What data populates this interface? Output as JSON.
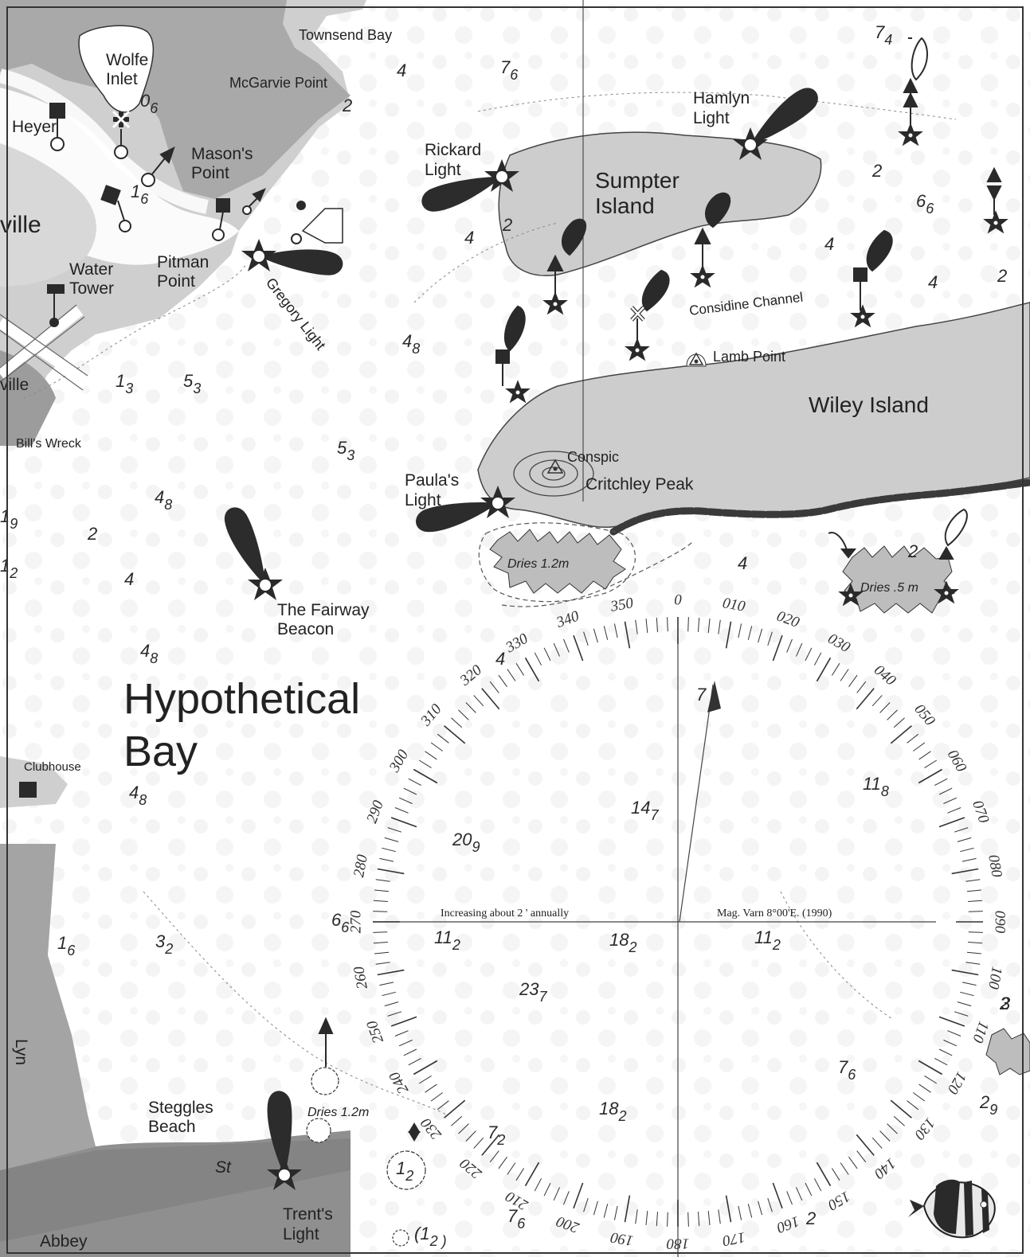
{
  "bay_name": {
    "line1": "Hypothetical",
    "line2": "Bay"
  },
  "place_labels": {
    "townsend_bay": "Townsend Bay",
    "wolfe_inlet_1": "Wolfe",
    "wolfe_inlet_2": "Inlet",
    "mcgarvie_point": "McGarvie Point",
    "heyer": "Heyer",
    "masons_point_1": "Mason's",
    "masons_point_2": "Point",
    "ville": "ville",
    "water_tower_1": "Water",
    "water_tower_2": "Tower",
    "pitman_point_1": "Pitman",
    "pitman_point_2": "Point",
    "gregory_light": "Gregory Light",
    "rickard_light_1": "Rickard",
    "rickard_light_2": "Light",
    "sumpter_island_1": "Sumpter",
    "sumpter_island_2": "Island",
    "hamlyn_light_1": "Hamlyn",
    "hamlyn_light_2": "Light",
    "considine_channel": "Considine Channel",
    "lamb_point": "Lamb Point",
    "wiley_island": "Wiley Island",
    "conspic": "Conspic",
    "critchley_peak": "Critchley Peak",
    "paulas_light_1": "Paula's",
    "paulas_light_2": "Light",
    "dries_12": "Dries 1.2m",
    "dries_05": "Dries .5 m",
    "bills_wreck": "Bill's Wreck",
    "ville2": "ville",
    "fairway_beacon_1": "The Fairway",
    "fairway_beacon_2": "Beacon",
    "clubhouse": "Clubhouse",
    "steggles_beach_1": "Steggles",
    "steggles_beach_2": "Beach",
    "dries_12_b": "Dries 1.2m",
    "st": "St",
    "trents_light_1": "Trent's",
    "trents_light_2": "Light",
    "abbey": "Abbey",
    "lyn": "Lyn"
  },
  "soundings": [
    {
      "id": "s1",
      "main": "4",
      "sub": ""
    },
    {
      "id": "s2",
      "main": "7",
      "sub": "6"
    },
    {
      "id": "s3",
      "main": "2",
      "sub": ""
    },
    {
      "id": "s4",
      "main": "0",
      "sub": "6"
    },
    {
      "id": "s5",
      "main": "1",
      "sub": "6"
    },
    {
      "id": "s6",
      "main": "7",
      "sub": "4"
    },
    {
      "id": "s7",
      "main": "2",
      "sub": ""
    },
    {
      "id": "s8",
      "main": "6",
      "sub": "6"
    },
    {
      "id": "s9",
      "main": "4",
      "sub": ""
    },
    {
      "id": "s10",
      "main": "2",
      "sub": ""
    },
    {
      "id": "s11",
      "main": "4",
      "sub": ""
    },
    {
      "id": "s12",
      "main": "4",
      "sub": ""
    },
    {
      "id": "s13",
      "main": "2",
      "sub": ""
    },
    {
      "id": "s14",
      "main": "4",
      "sub": "8"
    },
    {
      "id": "s15",
      "main": "1",
      "sub": "3"
    },
    {
      "id": "s16",
      "main": "5",
      "sub": "3"
    },
    {
      "id": "s17",
      "main": "5",
      "sub": "3"
    },
    {
      "id": "s18",
      "main": "4",
      "sub": "8"
    },
    {
      "id": "s19",
      "main": "2",
      "sub": ""
    },
    {
      "id": "s20",
      "main": "4",
      "sub": ""
    },
    {
      "id": "s21",
      "main": "4",
      "sub": "8"
    },
    {
      "id": "s22",
      "main": "4",
      "sub": ""
    },
    {
      "id": "s23",
      "main": "2",
      "sub": ""
    },
    {
      "id": "s24",
      "main": "4",
      "sub": ""
    },
    {
      "id": "s25",
      "main": "4",
      "sub": "8"
    },
    {
      "id": "s26",
      "main": "7",
      "sub": ""
    },
    {
      "id": "s27",
      "main": "11",
      "sub": "8"
    },
    {
      "id": "s28",
      "main": "14",
      "sub": "7"
    },
    {
      "id": "s29",
      "main": "20",
      "sub": "9"
    },
    {
      "id": "s30",
      "main": "6",
      "sub": "6"
    },
    {
      "id": "s31",
      "main": "11",
      "sub": "2"
    },
    {
      "id": "s32",
      "main": "18",
      "sub": "2"
    },
    {
      "id": "s33",
      "main": "11",
      "sub": "2"
    },
    {
      "id": "s34",
      "main": "1",
      "sub": "6"
    },
    {
      "id": "s35",
      "main": "3",
      "sub": "2"
    },
    {
      "id": "s36",
      "main": "23",
      "sub": "7"
    },
    {
      "id": "s37",
      "main": "7",
      "sub": "6"
    },
    {
      "id": "s38",
      "main": "18",
      "sub": "2"
    },
    {
      "id": "s39",
      "main": "2",
      "sub": "9"
    },
    {
      "id": "s40",
      "main": "7",
      "sub": "2"
    },
    {
      "id": "s41",
      "main": "1",
      "sub": "2"
    },
    {
      "id": "s42",
      "main": "(1",
      "sub": "2 )"
    },
    {
      "id": "s43",
      "main": "7",
      "sub": "6"
    },
    {
      "id": "s44",
      "main": "2",
      "sub": ""
    },
    {
      "id": "s45",
      "main": "1",
      "sub": "9"
    },
    {
      "id": "s46",
      "main": "1",
      "sub": "2"
    },
    {
      "id": "s47",
      "main": "3",
      "sub": ""
    },
    {
      "id": "s48",
      "main": "2",
      "sub": ""
    }
  ],
  "compass_rose": {
    "labels": [
      "0",
      "010",
      "020",
      "030",
      "040",
      "050",
      "060",
      "070",
      "080",
      "090",
      "100",
      "110",
      "120",
      "130",
      "140",
      "150",
      "160",
      "170",
      "180",
      "190",
      "200",
      "210",
      "220",
      "230",
      "240",
      "250",
      "260",
      "270",
      "280",
      "290",
      "300",
      "310",
      "320",
      "330",
      "340",
      "350"
    ],
    "variation_left": "Increasing about 2 ' annually",
    "variation_right": "Mag. Varn  8°00'E. (1990)",
    "magnetic_offset_deg": 8
  }
}
